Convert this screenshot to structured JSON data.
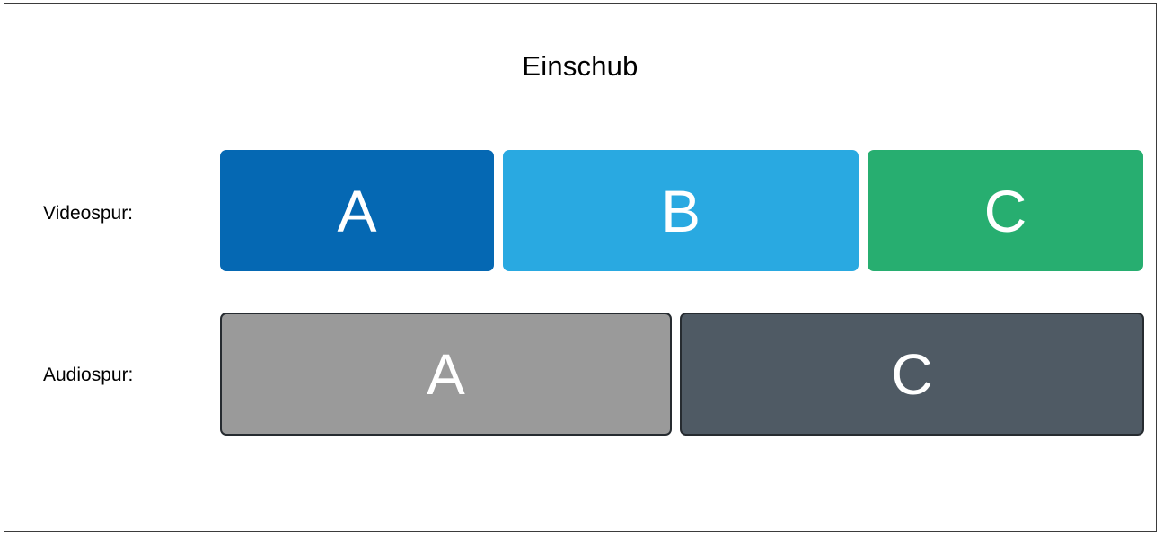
{
  "title": "Einschub",
  "tracks": [
    {
      "id": "video",
      "label": "Videospur:",
      "clips": [
        {
          "name": "A",
          "color": "#0568B3"
        },
        {
          "name": "B",
          "color": "#29A9E1"
        },
        {
          "name": "C",
          "color": "#27AE70"
        }
      ]
    },
    {
      "id": "audio",
      "label": "Audiospur:",
      "clips": [
        {
          "name": "A",
          "color": "#9A9A9A",
          "border": "#262b30"
        },
        {
          "name": "C",
          "color": "#4F5A64",
          "border": "#262b30"
        }
      ]
    }
  ],
  "colors": {
    "background": "#ffffff",
    "frame_border": "#3b3b3b",
    "text": "#000000",
    "clip_text": "#ffffff"
  }
}
